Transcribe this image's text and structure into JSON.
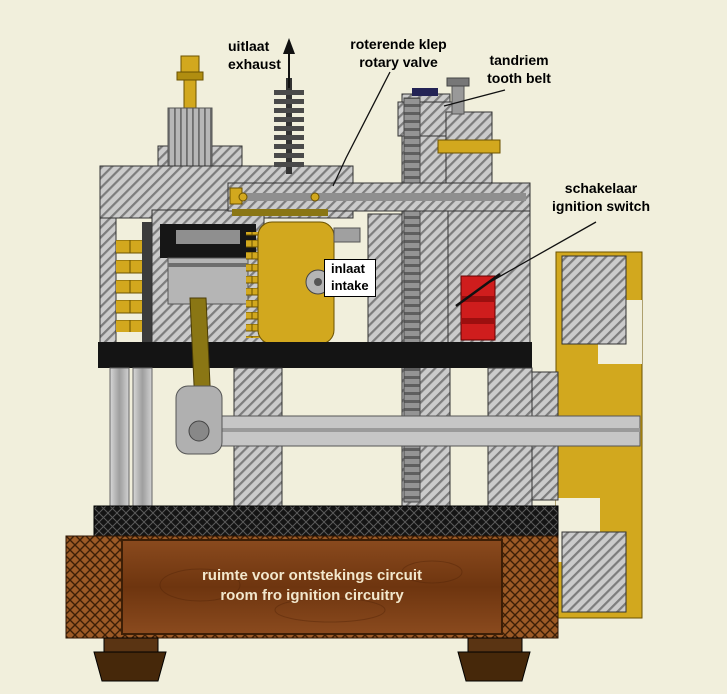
{
  "diagram": {
    "labels": {
      "exhaust": {
        "nl": "uitlaat",
        "en": "exhaust"
      },
      "rotary_valve": {
        "nl": "roterende klep",
        "en": "rotary valve"
      },
      "tooth_belt": {
        "nl": "tandriem",
        "en": "tooth belt"
      },
      "ignition_switch": {
        "nl": "schakelaar",
        "en": "ignition switch"
      },
      "intake": {
        "nl": "inlaat",
        "en": "intake"
      },
      "base_panel": {
        "nl": "ruimte voor ontstekings circuit",
        "en": "room fro ignition circuitry"
      }
    },
    "colors": {
      "background": "#f1efdc",
      "steel_hatch": "#cbcbcb",
      "hatch_line": "#7d7d7d",
      "brass": "#d2a81e",
      "switch_red": "#cf1d1d",
      "plate_black": "#141414",
      "wood_side": "#9c5a26",
      "wood_panel": "#7c3f16",
      "foot_brown": "#46280a",
      "base_text": "#f2e7cc"
    }
  }
}
